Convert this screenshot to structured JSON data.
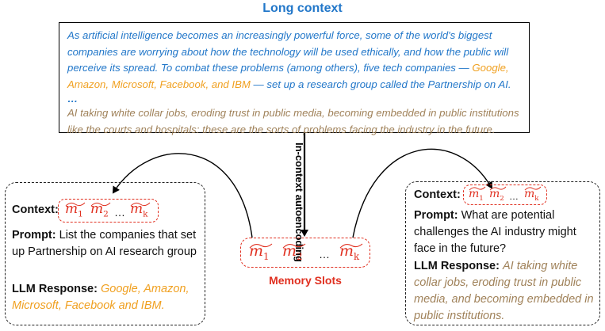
{
  "header": {
    "title": "Long context"
  },
  "context_box": {
    "para1_a": "As artificial intelligence becomes an increasingly powerful force, some of the world's biggest companies are worrying about how the technology will be used ethically, and how the public will perceive its spread. To combat these problems (among others), five tech companies — ",
    "para1_companies": "Google, Amazon, Microsoft, Facebook, and IBM",
    "para1_b": " — set up a research group called the Partnership on AI.",
    "ellipsis": "…",
    "para2": "AI taking white collar jobs, eroding trust in public media, becoming embedded in public institutions like the courts and hospitals: these are the sorts of problems facing the industry in the future."
  },
  "arrow_label": "In-context autoencoding",
  "memory": {
    "label": "Memory Slots",
    "slots": [
      {
        "base": "m",
        "sub": "1"
      },
      {
        "base": "m",
        "sub": "2"
      },
      {
        "base": "m",
        "sub": "k"
      }
    ],
    "ellipsis": "…"
  },
  "left_card": {
    "context_label": "Context:",
    "prompt_label": "Prompt:",
    "prompt_text": "List the companies that set up Partnership on AI research group",
    "response_label": "LLM Response:",
    "response_text": "Google, Amazon, Microsoft, Facebook and IBM."
  },
  "right_card": {
    "context_label": "Context:",
    "prompt_label": "Prompt:",
    "prompt_text": "What are potential challenges the AI industry might face in the future?",
    "response_label": "LLM Response:",
    "response_text": "AI taking white collar jobs, eroding trust in public media, and becoming embedded in public institutions."
  },
  "colors": {
    "title_blue": "#2277c9",
    "company_orange": "#f0a020",
    "answer_brown": "#a0825a",
    "slot_red": "#e03020"
  }
}
